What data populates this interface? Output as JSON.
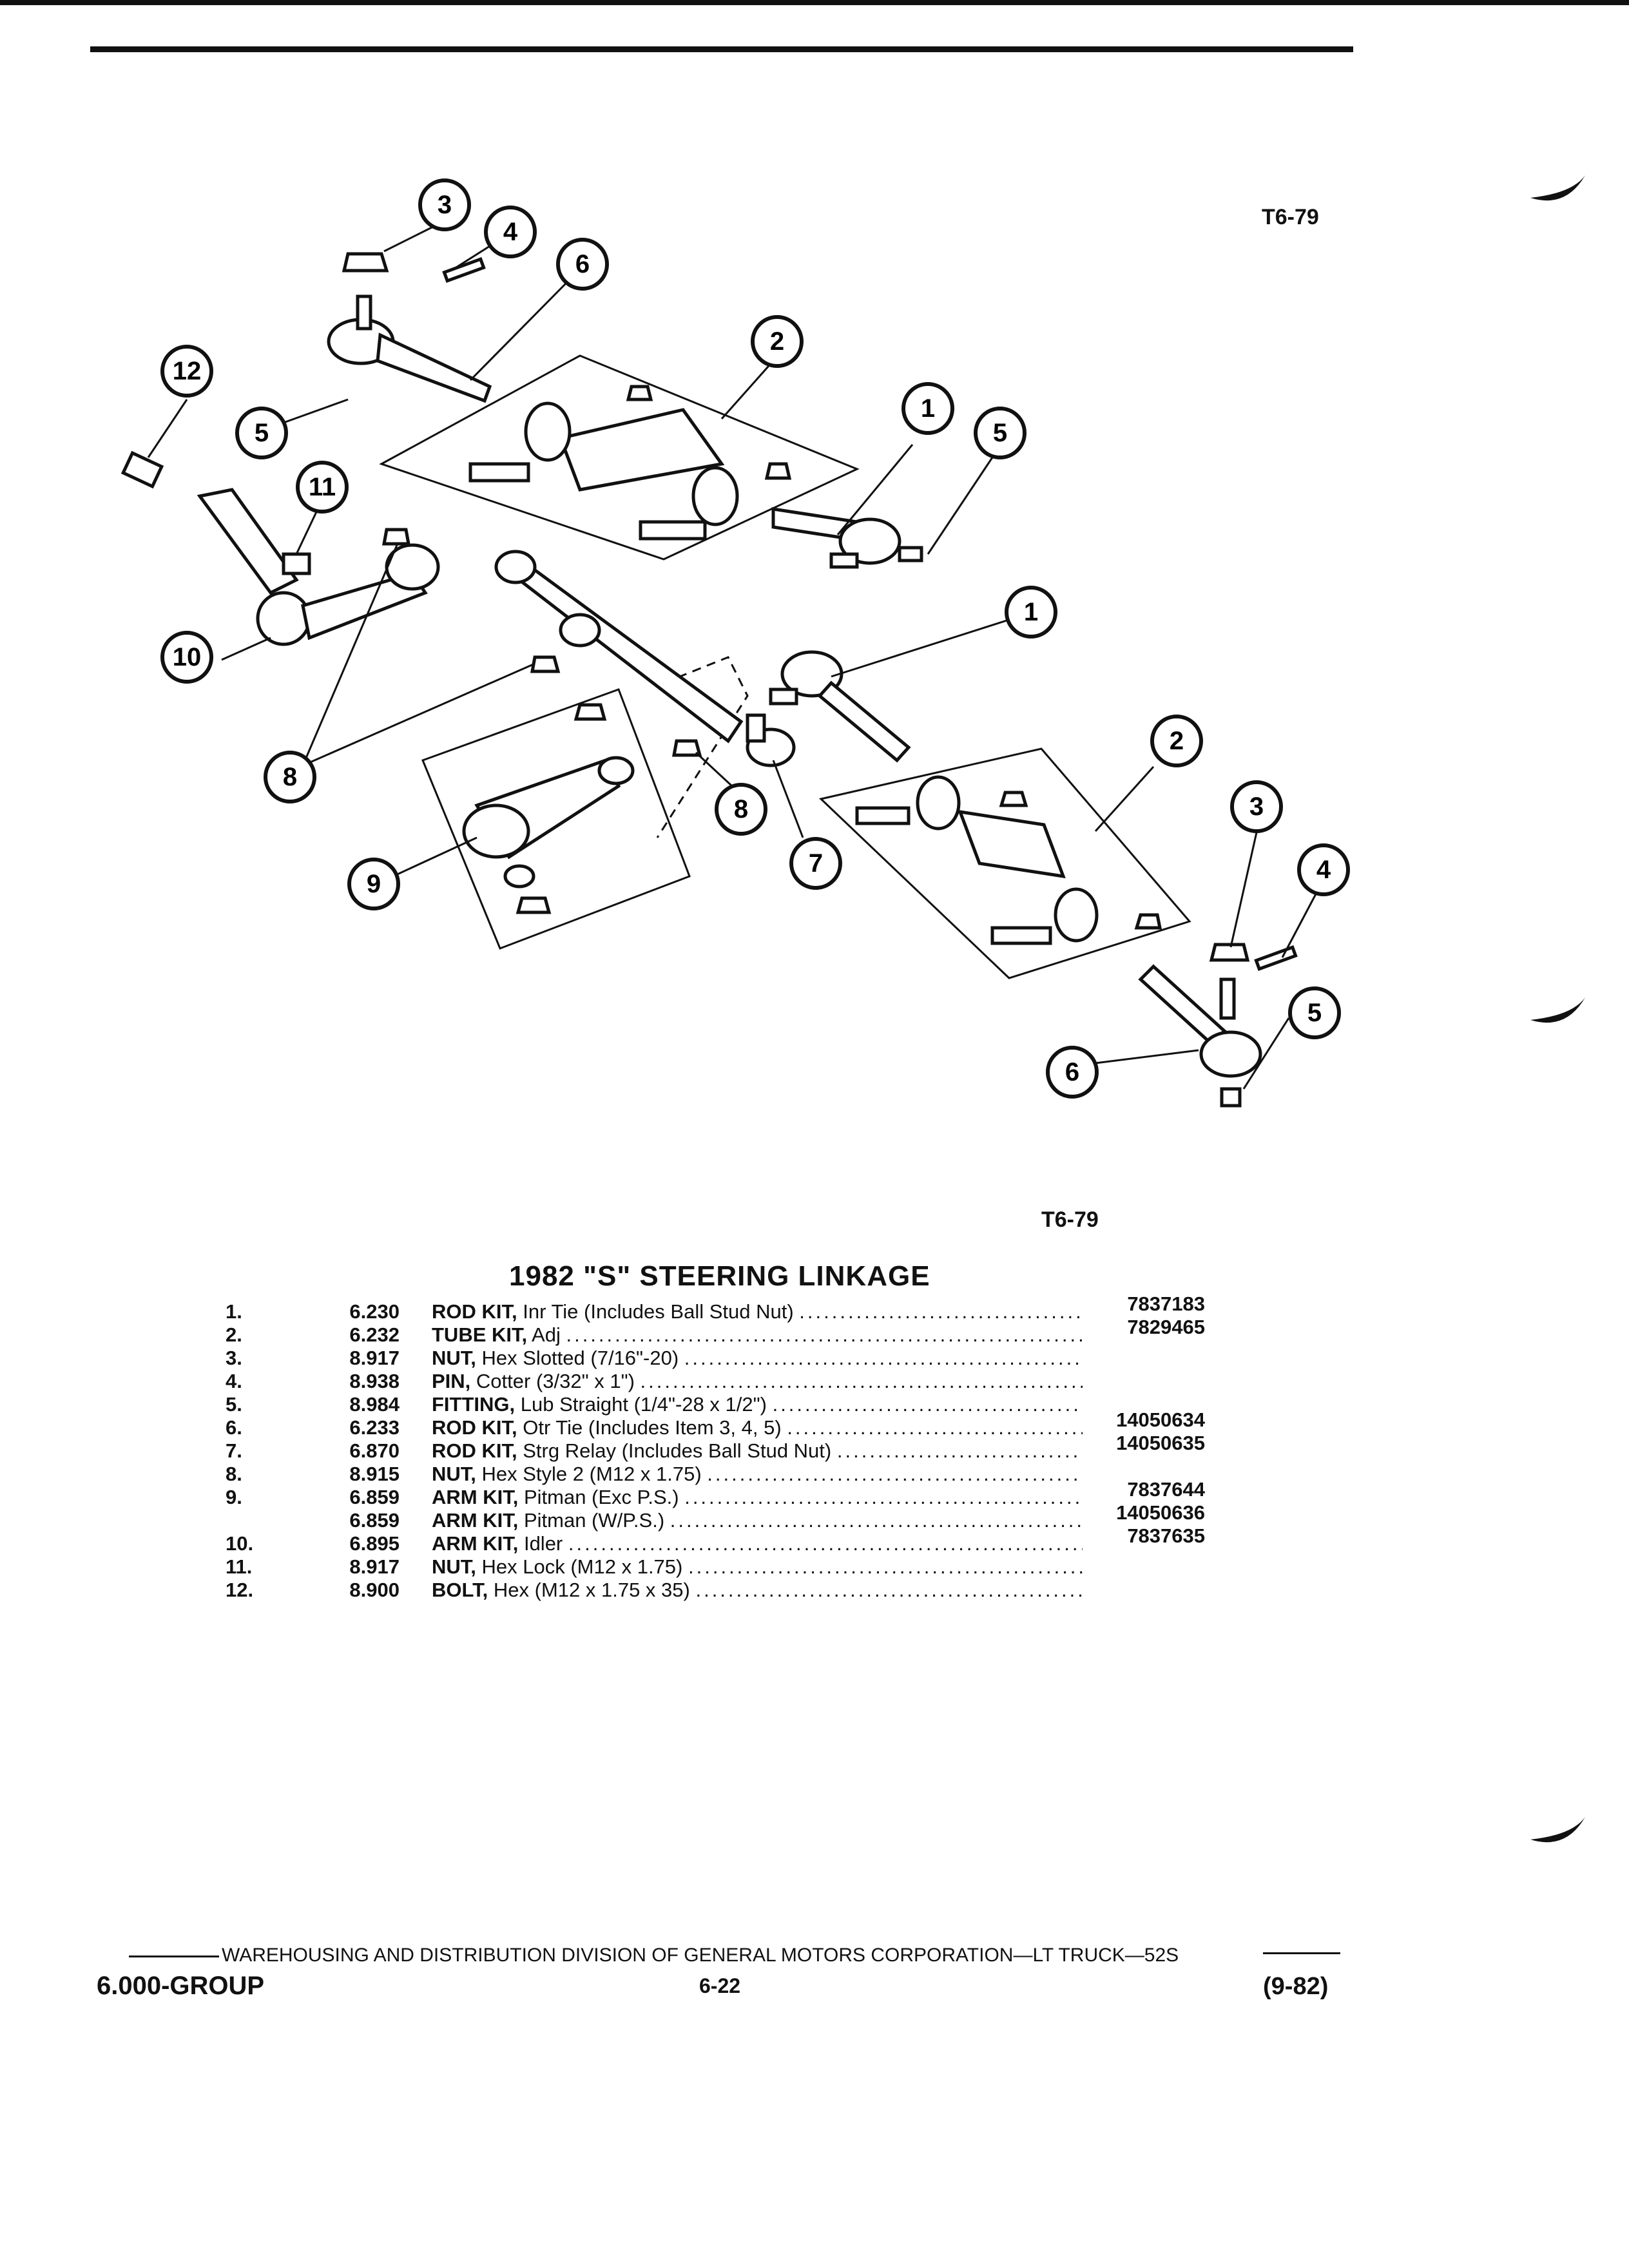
{
  "figure_code_top": "T6-79",
  "figure_code_bottom": "T6-79",
  "title": "1982 \"S\" STEERING LINKAGE",
  "callouts": [
    "1",
    "2",
    "3",
    "4",
    "5",
    "6",
    "7",
    "8",
    "9",
    "10",
    "11",
    "12"
  ],
  "parts": [
    {
      "num": "1.",
      "code": "6.230",
      "name": "ROD KIT,",
      "desc": "Inr Tie (Includes Ball Stud Nut)",
      "pn": "7837183"
    },
    {
      "num": "2.",
      "code": "6.232",
      "name": "TUBE KIT,",
      "desc": "Adj",
      "pn": "7829465"
    },
    {
      "num": "3.",
      "code": "8.917",
      "name": "NUT,",
      "desc": "Hex Slotted (7/16\"-20)",
      "pn": ""
    },
    {
      "num": "4.",
      "code": "8.938",
      "name": "PIN,",
      "desc": "Cotter (3/32\" x 1\")",
      "pn": ""
    },
    {
      "num": "5.",
      "code": "8.984",
      "name": "FITTING,",
      "desc": "Lub Straight (1/4\"-28 x 1/2\")",
      "pn": ""
    },
    {
      "num": "6.",
      "code": "6.233",
      "name": "ROD KIT,",
      "desc": "Otr Tie (Includes Item 3, 4, 5)",
      "pn": "14050634"
    },
    {
      "num": "7.",
      "code": "6.870",
      "name": "ROD KIT,",
      "desc": "Strg Relay (Includes Ball Stud Nut)",
      "pn": "14050635"
    },
    {
      "num": "8.",
      "code": "8.915",
      "name": "NUT,",
      "desc": "Hex Style 2 (M12 x 1.75)",
      "pn": ""
    },
    {
      "num": "9.",
      "code": "6.859",
      "name": "ARM KIT,",
      "desc": "Pitman (Exc P.S.)",
      "pn": "7837644"
    },
    {
      "num": "",
      "code": "6.859",
      "name": "ARM KIT,",
      "desc": "Pitman (W/P.S.)",
      "pn": "14050636"
    },
    {
      "num": "10.",
      "code": "6.895",
      "name": "ARM KIT,",
      "desc": "Idler",
      "pn": "7837635"
    },
    {
      "num": "11.",
      "code": "8.917",
      "name": "NUT,",
      "desc": "Hex Lock (M12 x 1.75)",
      "pn": ""
    },
    {
      "num": "12.",
      "code": "8.900",
      "name": "BOLT,",
      "desc": "Hex (M12 x 1.75 x 35)",
      "pn": ""
    }
  ],
  "footer": {
    "line": "WAREHOUSING AND DISTRIBUTION DIVISION OF GENERAL MOTORS CORPORATION—LT TRUCK—52S",
    "group": "6.000-GROUP",
    "page": "6-22",
    "date": "(9-82)"
  }
}
